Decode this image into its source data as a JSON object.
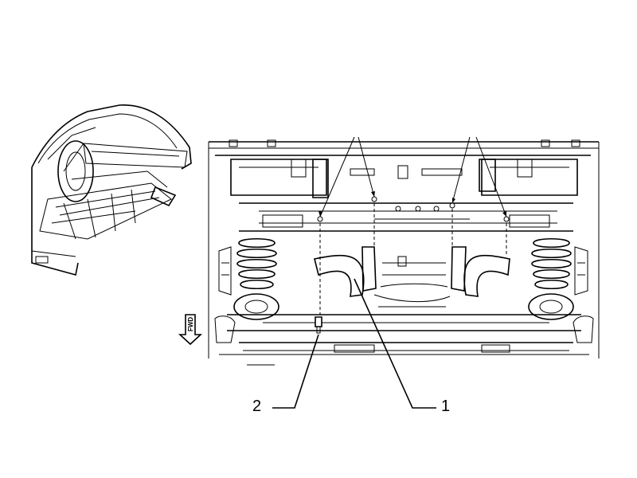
{
  "diagram": {
    "callouts": [
      {
        "id": "1",
        "label": "1"
      },
      {
        "id": "2",
        "label": "2"
      }
    ],
    "direction_marker": {
      "label": "FWD",
      "icon": "arrow-down-icon"
    },
    "colors": {
      "line": "#000000",
      "background": "#ffffff"
    }
  }
}
